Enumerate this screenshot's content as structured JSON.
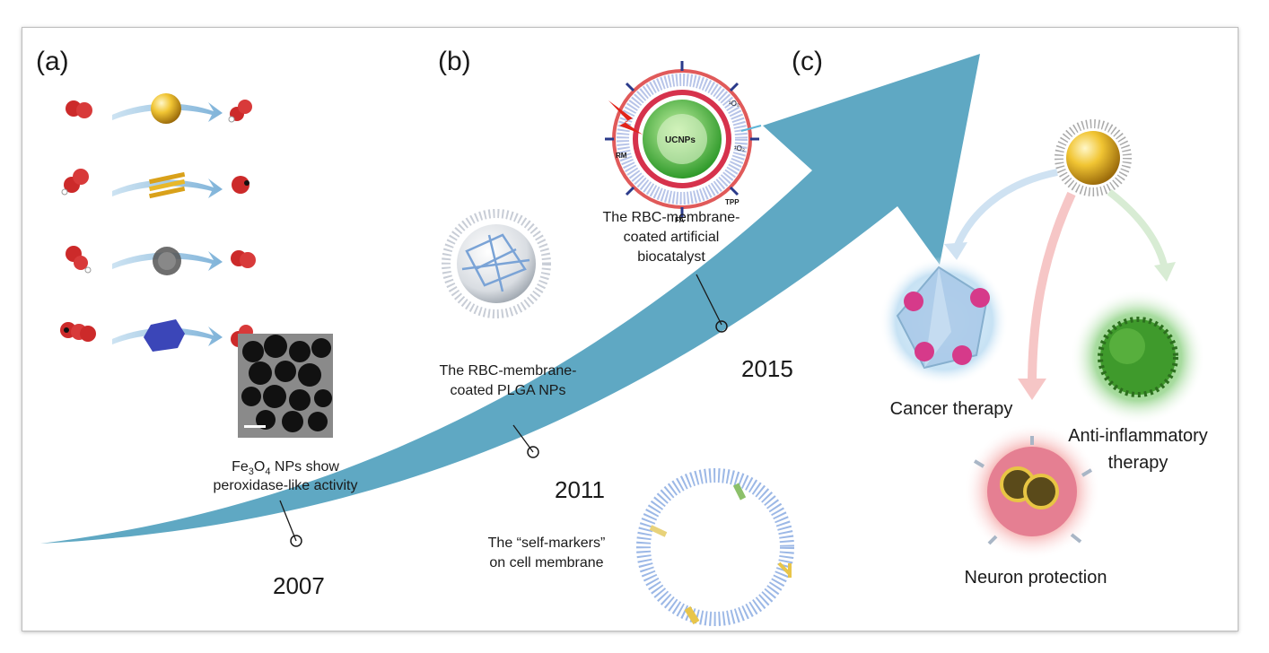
{
  "panels": {
    "a": "(a)",
    "b": "(b)",
    "c": "(c)"
  },
  "timeline": {
    "years": [
      "2007",
      "2011",
      "2015"
    ]
  },
  "captions": {
    "fe3o4_line1_pre": "Fe",
    "fe3o4_sub1": "3",
    "fe3o4_mid": "O",
    "fe3o4_sub2": "4",
    "fe3o4_line1_post": " NPs show",
    "fe3o4_line2": "peroxidase-like activity",
    "plga_line1": "The RBC-membrane-",
    "plga_line2": "coated PLGA NPs",
    "biocat_line1": "The RBC-membrane-",
    "biocat_line2": "coated artificial",
    "biocat_line3": "biocatalyst",
    "self_line1": "The “self-markers”",
    "self_line2": "on cell membrane"
  },
  "particle_labels": {
    "core": "UCNPs",
    "rm": "RM",
    "fa": "FA",
    "tpp": "TPP",
    "o2_top": "¹O₂",
    "o2_side": "¹O₂"
  },
  "applications": {
    "cancer": "Cancer therapy",
    "anti_line1": "Anti-inflammatory",
    "anti_line2": "therapy",
    "neuron": "Neuron protection"
  },
  "colors": {
    "arrow": "#5fa8c3",
    "gold": "#e8b82a",
    "rbc": "#cc2a2a",
    "cancer_glow": "#bcdcf2",
    "inflam_glow": "#a8dca0",
    "neuron_glow": "#f4a7a7"
  }
}
